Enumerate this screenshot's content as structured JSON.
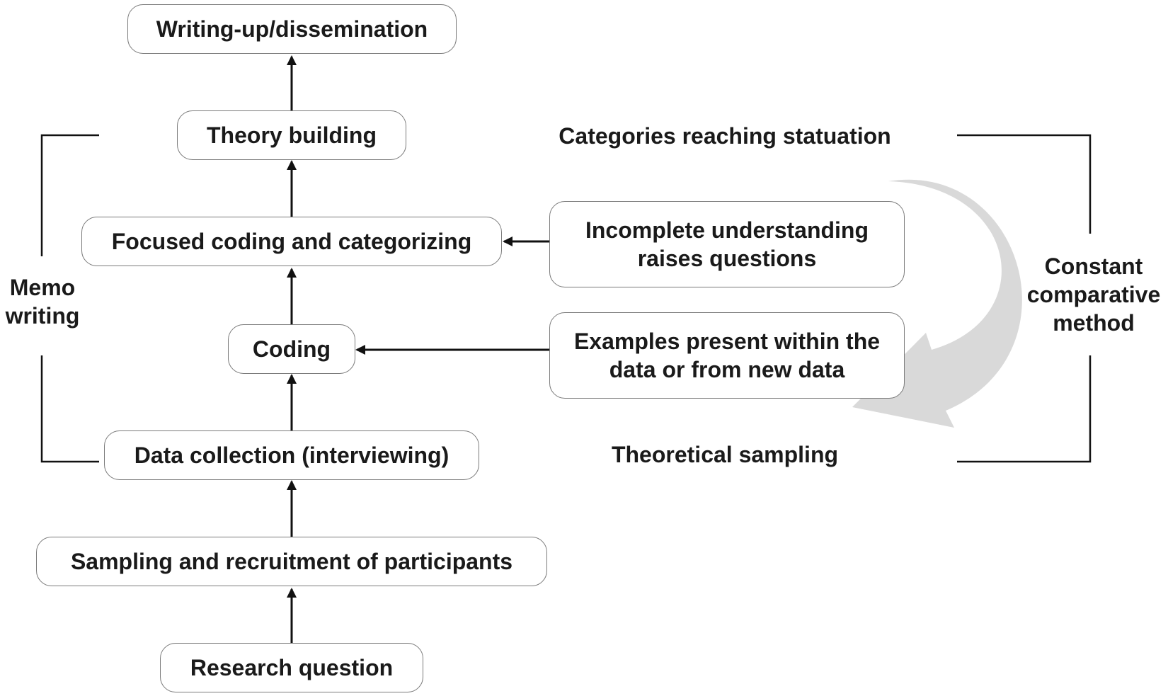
{
  "flow_steps": {
    "writing_up": "Writing-up/dissemination",
    "theory_building": "Theory building",
    "focused_coding": "Focused coding and categorizing",
    "coding": "Coding",
    "data_collection": "Data collection (interviewing)",
    "sampling": "Sampling and recruitment of participants",
    "research_question": "Research question"
  },
  "feedback_boxes": {
    "incomplete_line1": "Incomplete understanding",
    "incomplete_line2": "raises questions",
    "examples_line1": "Examples present within the",
    "examples_line2": "data or from new data"
  },
  "side_labels": {
    "memo_line1": "Memo",
    "memo_line2": "writing",
    "categories_saturation": "Categories reaching statuation",
    "theoretical_sampling": "Theoretical sampling",
    "constant_line1": "Constant",
    "constant_line2": "comparative",
    "constant_line3": "method"
  },
  "colors": {
    "line": "#111111",
    "box_border": "#7a7a7a",
    "curved_arrow": "#d9d9d9",
    "text": "#1a1a1a"
  }
}
